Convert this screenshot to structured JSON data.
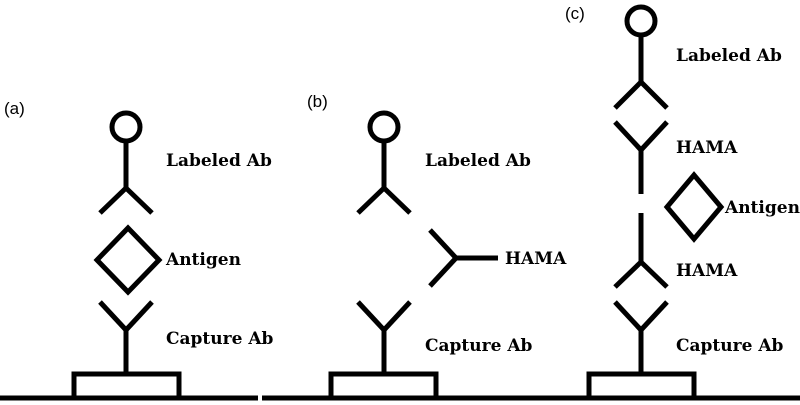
{
  "panels": {
    "a": {
      "letter": "(a)",
      "top": "Labeled Ab",
      "middle": "Antigen",
      "bottom": "Capture Ab"
    },
    "b": {
      "letter": "(b)",
      "top": "Labeled Ab",
      "middle": "HAMA",
      "bottom": "Capture Ab"
    },
    "c": {
      "letter": "(c)",
      "top": "Labeled Ab",
      "upper": "HAMA",
      "middle": "Antigen",
      "lower": "HAMA",
      "bottom": "Capture Ab"
    }
  }
}
